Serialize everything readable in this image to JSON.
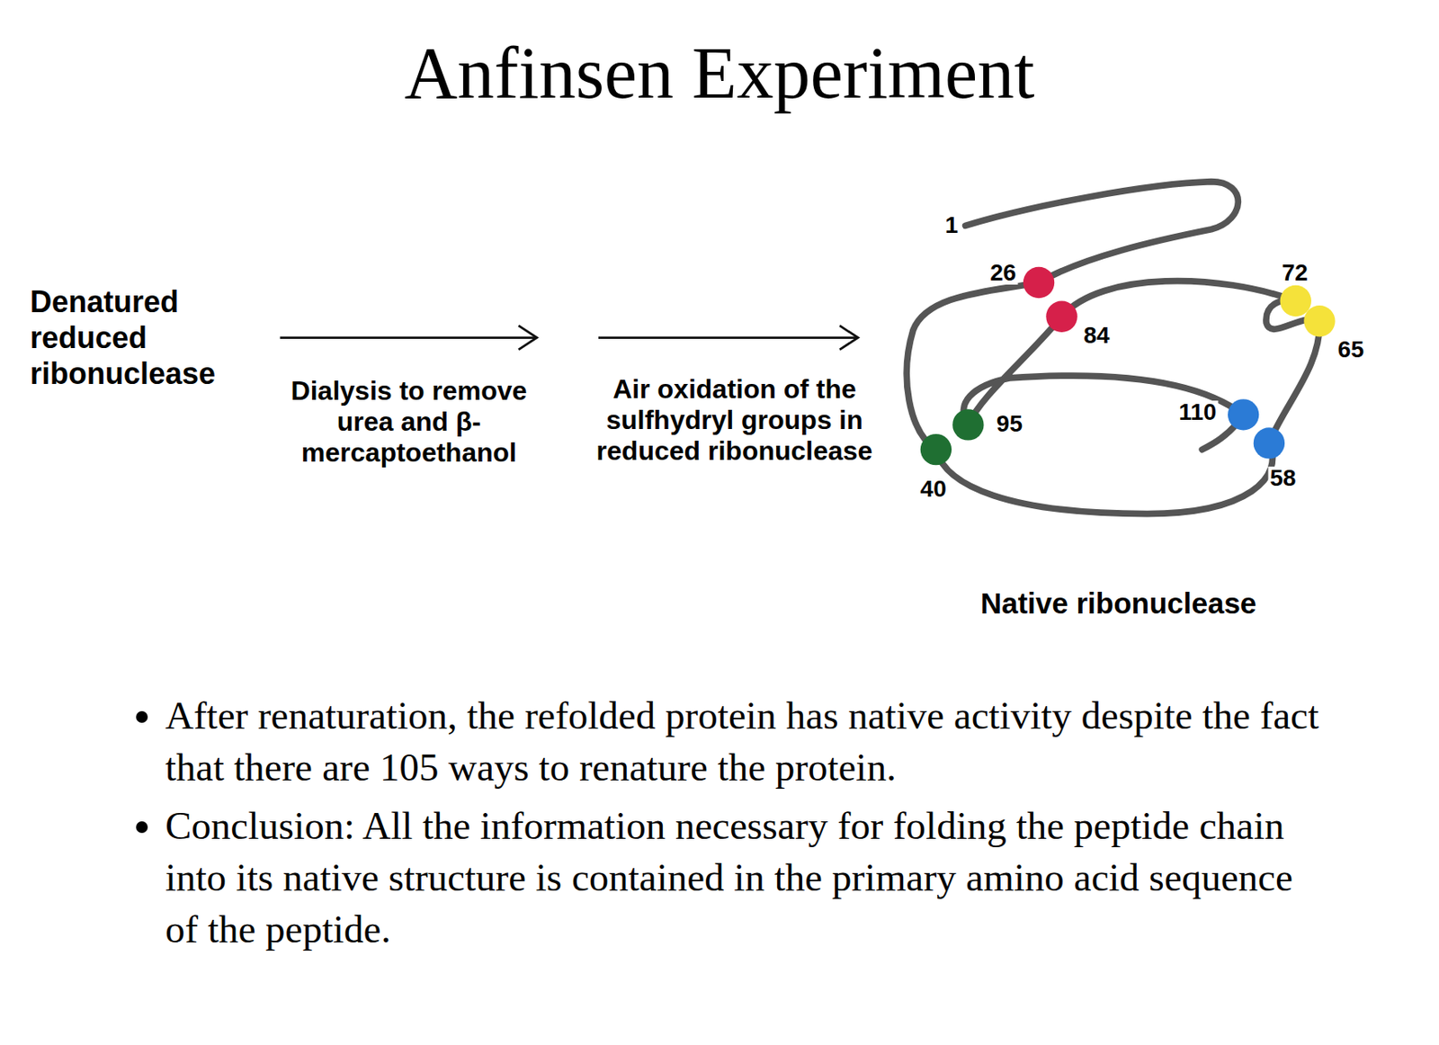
{
  "diagram": {
    "title": "Anfinsen Experiment",
    "labels": [
      "Denatured reduced ribonuclease",
      "Dialysis to remove urea and β-mercaptoethanol",
      "Air oxidation of the sulfhydryl groups in reduced ribonuclease",
      "1",
      "26",
      "84",
      "72",
      "65",
      "95",
      "110",
      "40",
      "58",
      "Native ribonuclease",
      "After renaturation, the refolded protein has native activity despite the fact that there are 105 ways to renature the protein.",
      "Conclusion: All the information necessary for folding the peptide chain into its native structure is contained in the primary amino acid sequence of the peptide."
    ]
  }
}
